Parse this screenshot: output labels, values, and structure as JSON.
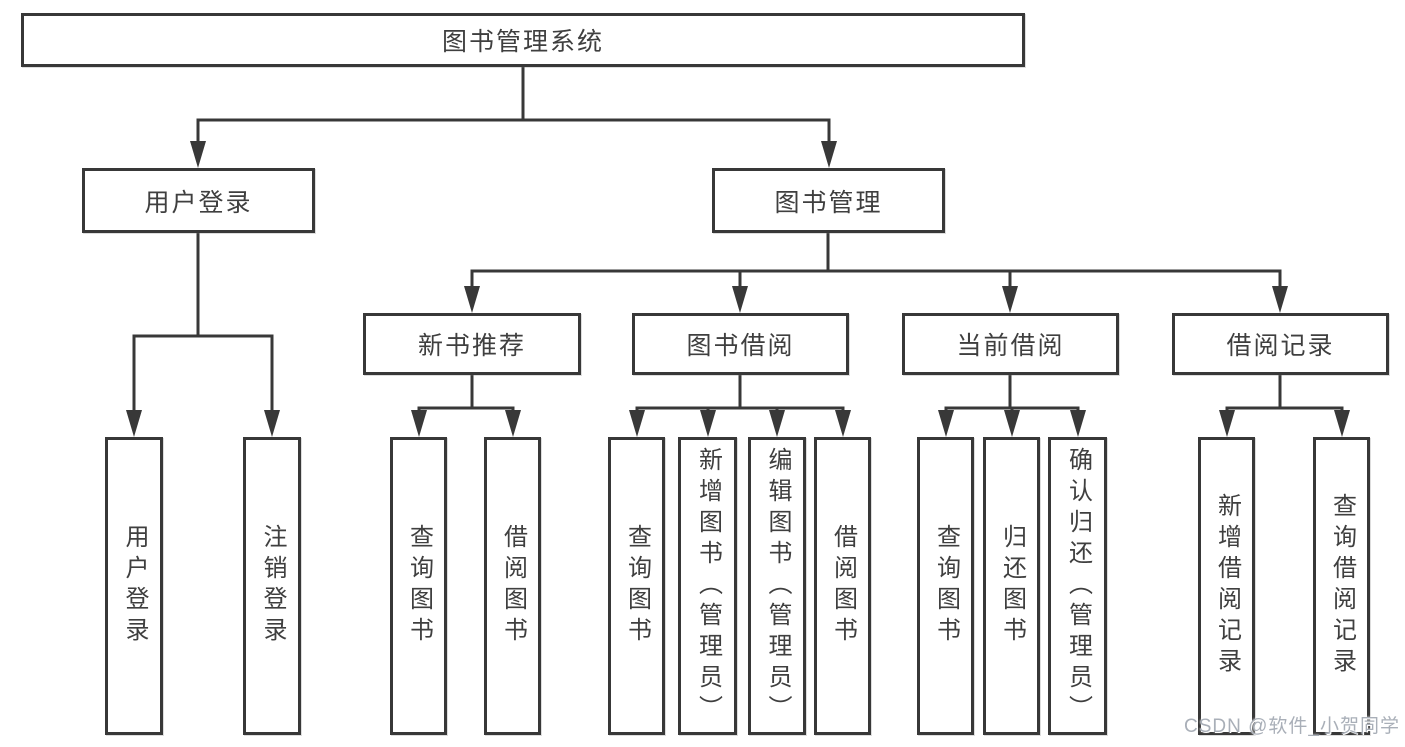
{
  "colors": {
    "line": "#383838",
    "border": "#383838",
    "text": "#3f3f3f",
    "box_background": "#ffffff",
    "watermark_text_color": "#a9afb8",
    "page_background": "#ffffff"
  },
  "watermark": {
    "text": "CSDN @软件_小贺同学"
  },
  "tree": {
    "label": "图书管理系统",
    "children": [
      {
        "label": "用户登录",
        "children": [
          {
            "label": "用户登录"
          },
          {
            "label": "注销登录"
          }
        ]
      },
      {
        "label": "图书管理",
        "children": [
          {
            "label": "新书推荐",
            "children": [
              {
                "label": "查询图书"
              },
              {
                "label": "借阅图书"
              }
            ]
          },
          {
            "label": "图书借阅",
            "children": [
              {
                "label": "查询图书"
              },
              {
                "label": "新增图书（管理员）"
              },
              {
                "label": "编辑图书（管理员）"
              },
              {
                "label": "借阅图书"
              }
            ]
          },
          {
            "label": "当前借阅",
            "children": [
              {
                "label": "查询图书"
              },
              {
                "label": "归还图书"
              },
              {
                "label": "确认归还（管理员）"
              }
            ]
          },
          {
            "label": "借阅记录",
            "children": [
              {
                "label": "新增借阅记录"
              },
              {
                "label": "查询借阅记录"
              }
            ]
          }
        ]
      }
    ]
  }
}
